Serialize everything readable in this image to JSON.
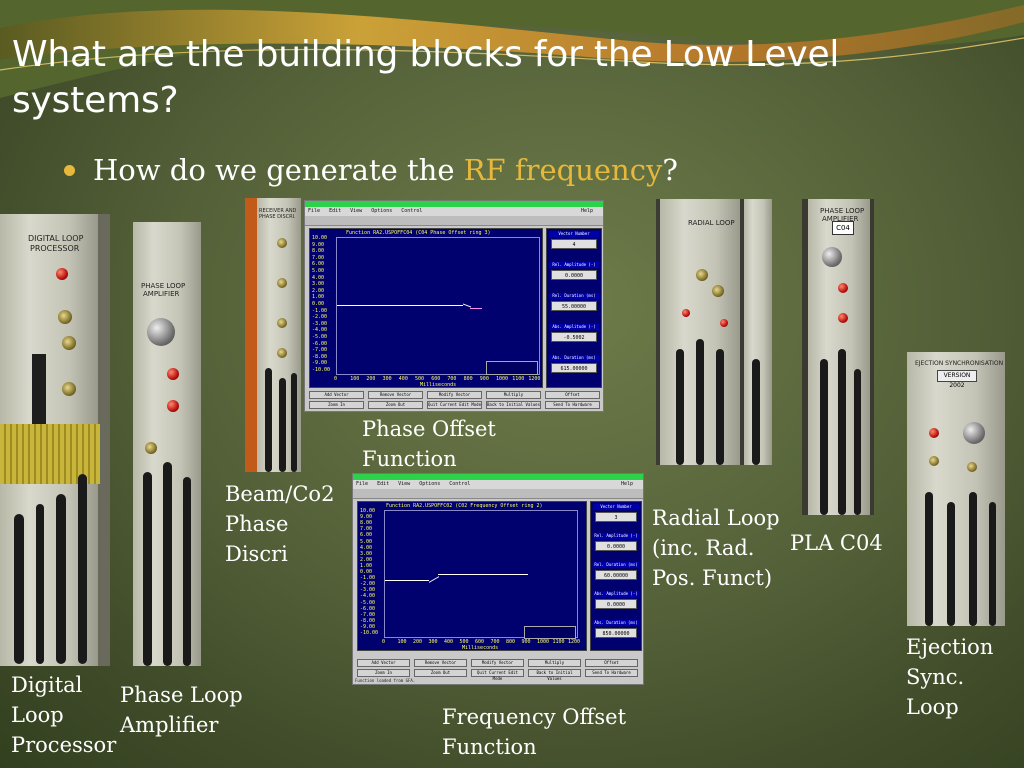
{
  "slide": {
    "title_line1": "What are the building blocks for the Low Level",
    "title_line2": "systems?",
    "bullet_prefix": "How do we generate the ",
    "bullet_highlight": "RF frequency",
    "bullet_suffix": "?",
    "accent_color": "#e6b83c"
  },
  "captions": {
    "digital_loop": [
      "Digital",
      "Loop",
      "Processor"
    ],
    "phase_loop_amp": [
      "Phase Loop",
      "Amplifier"
    ],
    "beam_co2": [
      "Beam/Co2",
      "Phase",
      "Discri"
    ],
    "phase_offset": [
      "Phase Offset",
      "Function"
    ],
    "frequency_offset": [
      "Frequency Offset",
      "Function"
    ],
    "radial_loop": [
      "Radial Loop",
      "(inc. Rad.",
      "Pos. Funct)"
    ],
    "pla_c04": [
      "PLA C04"
    ],
    "ejection": [
      "Ejection",
      "Sync.",
      "Loop"
    ]
  },
  "screen1": {
    "menu": [
      "File",
      "Edit",
      "View",
      "Options",
      "Control",
      "Help"
    ],
    "plot_title": "Function RA2.USPOFFC04 (C04 Phase Offset ring 3)",
    "y_ticks": [
      "10.00",
      "9.00",
      "8.00",
      "7.00",
      "6.00",
      "5.00",
      "4.00",
      "3.00",
      "2.00",
      "1.00",
      "0.00",
      "-1.00",
      "-2.00",
      "-3.00",
      "-4.00",
      "-5.00",
      "-6.00",
      "-7.00",
      "-8.00",
      "-9.00",
      "-10.00"
    ],
    "x_ticks": [
      "0",
      "100",
      "200",
      "300",
      "400",
      "500",
      "600",
      "700",
      "800",
      "900",
      "1000",
      "1100",
      "1200"
    ],
    "x_label": "Milliseconds",
    "fields": [
      {
        "label": "Vector Number",
        "value": "4"
      },
      {
        "label": "Rel. Amplitude (-)",
        "value": "0.0000"
      },
      {
        "label": "Rel. Duration (ms)",
        "value": "55.00000"
      },
      {
        "label": "Abs. Amplitude (-)",
        "value": "-0.5002"
      },
      {
        "label": "Abs. Duration (ms)",
        "value": "615.00000"
      }
    ],
    "buttons_row1": [
      "Add Vector",
      "Remove Vector",
      "Modify Vector",
      "Multiply",
      "Offset"
    ],
    "buttons_row2": [
      "Zoom In",
      "Zoom Out",
      "Quit Current Edit Mode",
      "Back to Initial Values",
      "Send To Hardware"
    ]
  },
  "screen2": {
    "menu": [
      "File",
      "Edit",
      "View",
      "Options",
      "Control",
      "Help"
    ],
    "plot_title": "Function RA2.USPOFFC02 (C02 Frequency Offset ring 2)",
    "y_ticks": [
      "10.00",
      "9.00",
      "8.00",
      "7.00",
      "6.00",
      "5.00",
      "4.00",
      "3.00",
      "2.00",
      "1.00",
      "0.00",
      "-1.00",
      "-2.00",
      "-3.00",
      "-4.00",
      "-5.00",
      "-6.00",
      "-7.00",
      "-8.00",
      "-9.00",
      "-10.00"
    ],
    "x_ticks": [
      "0",
      "100",
      "200",
      "300",
      "400",
      "500",
      "600",
      "700",
      "800",
      "900",
      "1000",
      "1100",
      "1200"
    ],
    "x_label": "Milliseconds",
    "fields": [
      {
        "label": "Vector Number",
        "value": "3"
      },
      {
        "label": "Rel. Amplitude (-)",
        "value": "0.0000"
      },
      {
        "label": "Rel. Duration (ms)",
        "value": "60.00000"
      },
      {
        "label": "Abs. Amplitude (-)",
        "value": "0.0000"
      },
      {
        "label": "Abs. Duration (ms)",
        "value": "850.00000"
      }
    ],
    "buttons_row1": [
      "Add Vector",
      "Remove Vector",
      "Modify Vector",
      "Multiply",
      "Offset"
    ],
    "buttons_row2": [
      "Zoom In",
      "Zoom Out",
      "Quit Current Edit Mode",
      "Back to Initial Values",
      "Send To Hardware"
    ],
    "status": "Function loaded from GFA."
  }
}
